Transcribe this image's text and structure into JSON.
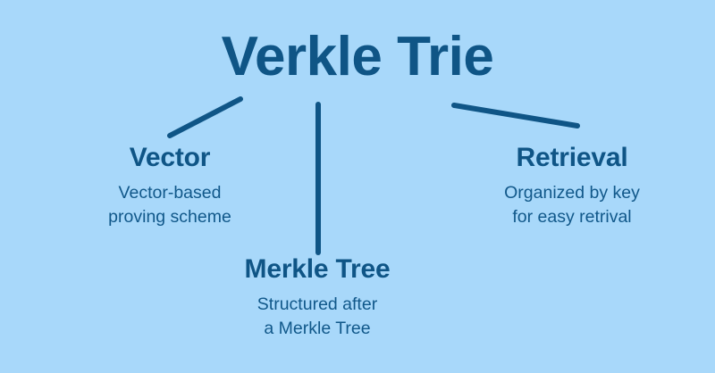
{
  "diagram": {
    "title": "Verkle Trie",
    "background_color": "#a8d8fa",
    "accent_color": "#0f5586",
    "nodes": [
      {
        "id": "vector",
        "heading": "Vector",
        "description_line1": "Vector-based",
        "description_line2": "proving scheme"
      },
      {
        "id": "merkle-tree",
        "heading": "Merkle Tree",
        "description_line1": "Structured after",
        "description_line2": "a Merkle Tree"
      },
      {
        "id": "retrieval",
        "heading": "Retrieval",
        "description_line1": "Organized by key",
        "description_line2": "for easy retrival"
      }
    ]
  }
}
